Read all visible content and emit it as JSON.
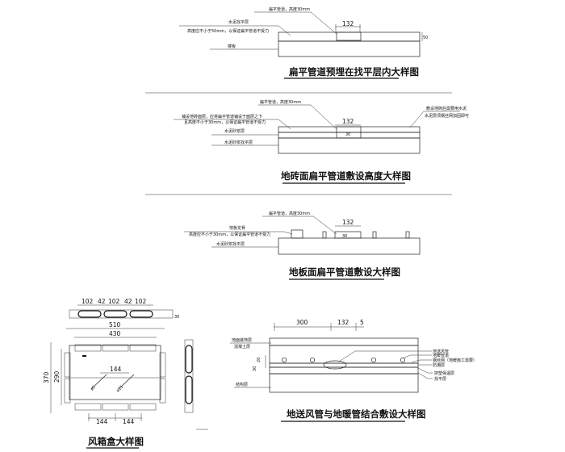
{
  "detail1": {
    "title": "扁平管道预埋在找平层内大样图",
    "labels": [
      "扁平管道，高度30mm",
      "水泥找平层",
      "高度应不小于50mm，以保证扁平管道不受力",
      "楼板"
    ],
    "dims": [
      "132",
      "50"
    ]
  },
  "detail2": {
    "title": "地砖面扁平管道敷设高度大样图",
    "labels": [
      "扁平管道，高度30mm",
      "铺设地砖面层，应将扁平管道铺设于面层之下",
      "且高度不小于30mm，以保证扁平管道不受力",
      "水泥砂浆层",
      "水泥砂浆找平层",
      "敷设地砖后需要用水泥",
      "水泥层须钢丝网加固即可"
    ],
    "dims": [
      "132",
      "30"
    ]
  },
  "detail3": {
    "title": "地板面扁平管道敷设大样图",
    "labels": [
      "扁平管道，高度30mm",
      "地板龙骨",
      "高度应不小于30mm，以保证扁平管道不受力",
      "水泥砂浆找平层"
    ],
    "dims": [
      "132",
      "30"
    ]
  },
  "detail4": {
    "title": "地送风管与地暖管结合敷设大样图",
    "left_labels": [
      "地面装饰层",
      "混凝土层",
      "结构层"
    ],
    "right_labels": [
      "地送风管",
      "地暖管道",
      "钢丝网（地暖施工需要）",
      "防潮层",
      "挤塑保温层",
      "找平层"
    ],
    "dims": [
      "300",
      "132",
      "5",
      "20",
      "30"
    ]
  },
  "detail5": {
    "title": "风箱盒大样图",
    "dims": [
      "102",
      "42",
      "102",
      "42",
      "102",
      "30",
      "510",
      "430",
      "370",
      "290",
      "144",
      "ø5",
      "ø15",
      "144",
      "144"
    ]
  }
}
